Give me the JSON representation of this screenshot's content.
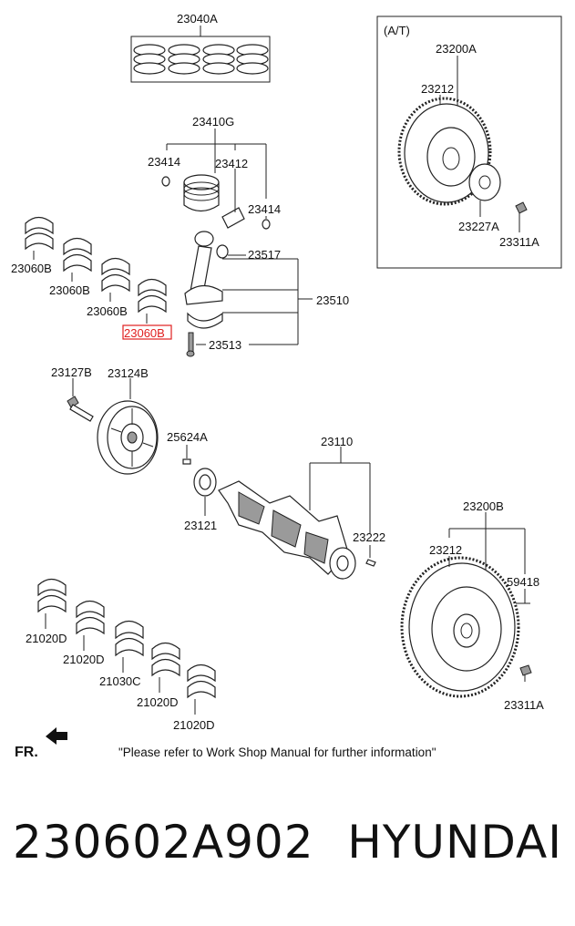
{
  "diagram": {
    "labels": {
      "p23040A": "23040A",
      "p23410G": "23410G",
      "p23414a": "23414",
      "p23412": "23412",
      "p23414b": "23414",
      "p23517": "23517",
      "p23510": "23510",
      "p23513": "23513",
      "p23060B_1": "23060B",
      "p23060B_2": "23060B",
      "p23060B_3": "23060B",
      "p23060B_4": "23060B",
      "p23127B": "23127B",
      "p23124B": "23124B",
      "p25624A": "25624A",
      "p23121": "23121",
      "p23110": "23110",
      "p23222": "23222",
      "p23200B": "23200B",
      "p23212b": "23212",
      "p59418": "59418",
      "p23311A_b": "23311A",
      "p21020D_1": "21020D",
      "p21020D_2": "21020D",
      "p21030C": "21030C",
      "p21020D_3": "21020D",
      "p21020D_4": "21020D",
      "at": "(A/T)",
      "p23200A": "23200A",
      "p23212a": "23212",
      "p23227A": "23227A",
      "p23311A_a": "23311A"
    },
    "front_label": "FR.",
    "note": "\"Please refer to Work Shop Manual for further information\"",
    "highlight_color": "#e02020"
  },
  "footer": {
    "part_number": "230602A902",
    "brand": "HYUNDAI"
  }
}
